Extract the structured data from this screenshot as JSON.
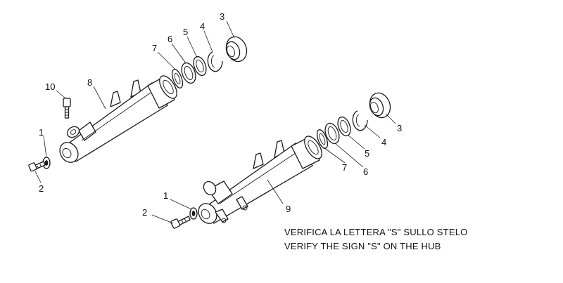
{
  "callouts": {
    "upper": {
      "c1": "1",
      "c2": "2",
      "c3": "3",
      "c4": "4",
      "c5": "5",
      "c6": "6",
      "c7": "7",
      "c8": "8",
      "c10": "10"
    },
    "lower": {
      "c1": "1",
      "c2": "2",
      "c3": "3",
      "c4": "4",
      "c5": "5",
      "c6": "6",
      "c7": "7",
      "c9": "9"
    }
  },
  "note": {
    "line_it": "VERIFICA LA LETTERA \"S\" SULLO STELO",
    "line_en": "VERIFY THE SIGN \"S\" ON THE HUB"
  }
}
